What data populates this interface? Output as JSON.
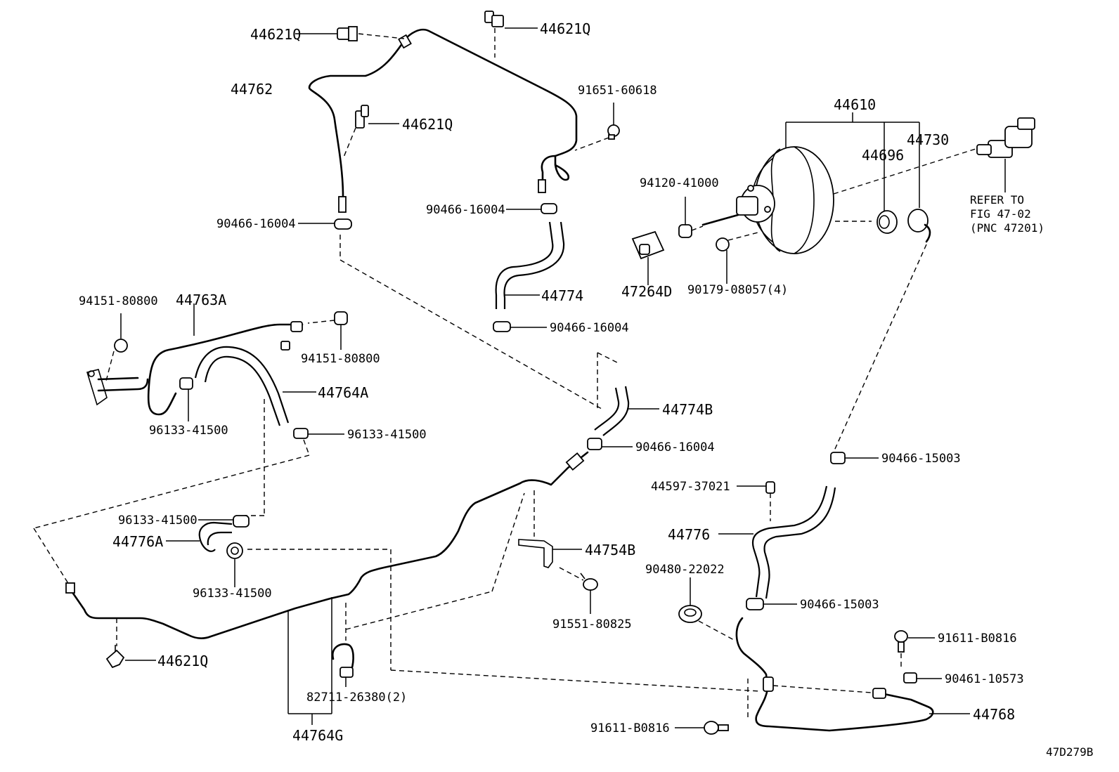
{
  "diagram_id": "47D279B",
  "labels": {
    "p_44621q_a": "44621Q",
    "p_44621q_b": "44621Q",
    "p_44621q_c": "44621Q",
    "p_44621q_d": "44621Q",
    "p_44762": "44762",
    "p_91651_60618": "91651-60618",
    "p_90466_16004_a": "90466-16004",
    "p_90466_16004_b": "90466-16004",
    "p_90466_16004_c": "90466-16004",
    "p_90466_16004_d": "90466-16004",
    "p_44774": "44774",
    "p_44610": "44610",
    "p_44730": "44730",
    "p_44696": "44696",
    "p_94120_41000": "94120-41000",
    "p_47264d": "47264D",
    "p_90179_08057": "90179-08057(4)",
    "ref_line1": "REFER TO",
    "ref_line2": "FIG 47-02",
    "ref_line3": "(PNC 47201)",
    "p_94151_80800_a": "94151-80800",
    "p_94151_80800_b": "94151-80800",
    "p_44763a": "44763A",
    "p_44764a": "44764A",
    "p_96133_41500_a": "96133-41500",
    "p_96133_41500_b": "96133-41500",
    "p_96133_41500_c": "96133-41500",
    "p_96133_41500_d": "96133-41500",
    "p_44774b": "44774B",
    "p_44776a": "44776A",
    "p_90466_15003_a": "90466-15003",
    "p_90466_15003_b": "90466-15003",
    "p_44597_37021": "44597-37021",
    "p_44776": "44776",
    "p_44754b": "44754B",
    "p_90480_22022": "90480-22022",
    "p_91551_80825": "91551-80825",
    "p_91611_b0816_a": "91611-B0816",
    "p_91611_b0816_b": "91611-B0816",
    "p_90461_10573": "90461-10573",
    "p_44768": "44768",
    "p_82711_26380": "82711-26380(2)",
    "p_44764g": "44764G"
  }
}
